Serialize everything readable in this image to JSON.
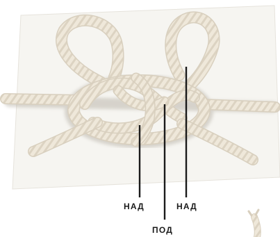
{
  "annotations": {
    "over_left": "НАД",
    "under_center": "ПОД",
    "over_right": "НАД"
  },
  "colors": {
    "background": "#ffffff",
    "card": "#f6f5f1",
    "rope": "#efe8da",
    "rope_edge": "#d8cfbe",
    "rope_shadow": "#c9bfac",
    "pointer_line": "#1a1a1a"
  }
}
